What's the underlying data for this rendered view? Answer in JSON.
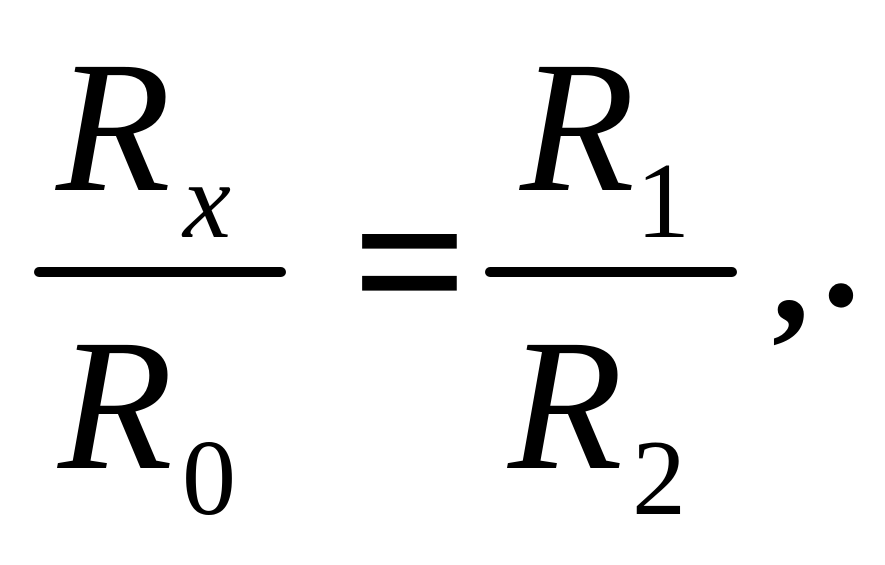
{
  "formula": {
    "left": {
      "numerator": {
        "symbol": "R",
        "subscript": "x"
      },
      "denominator": {
        "symbol": "R",
        "subscript": "0"
      }
    },
    "operator": "=",
    "right": {
      "numerator": {
        "symbol": "R",
        "subscript": "1"
      },
      "denominator": {
        "symbol": "R",
        "subscript": "2"
      }
    },
    "trailing_punctuation": ",",
    "trailing_dot": "·"
  }
}
